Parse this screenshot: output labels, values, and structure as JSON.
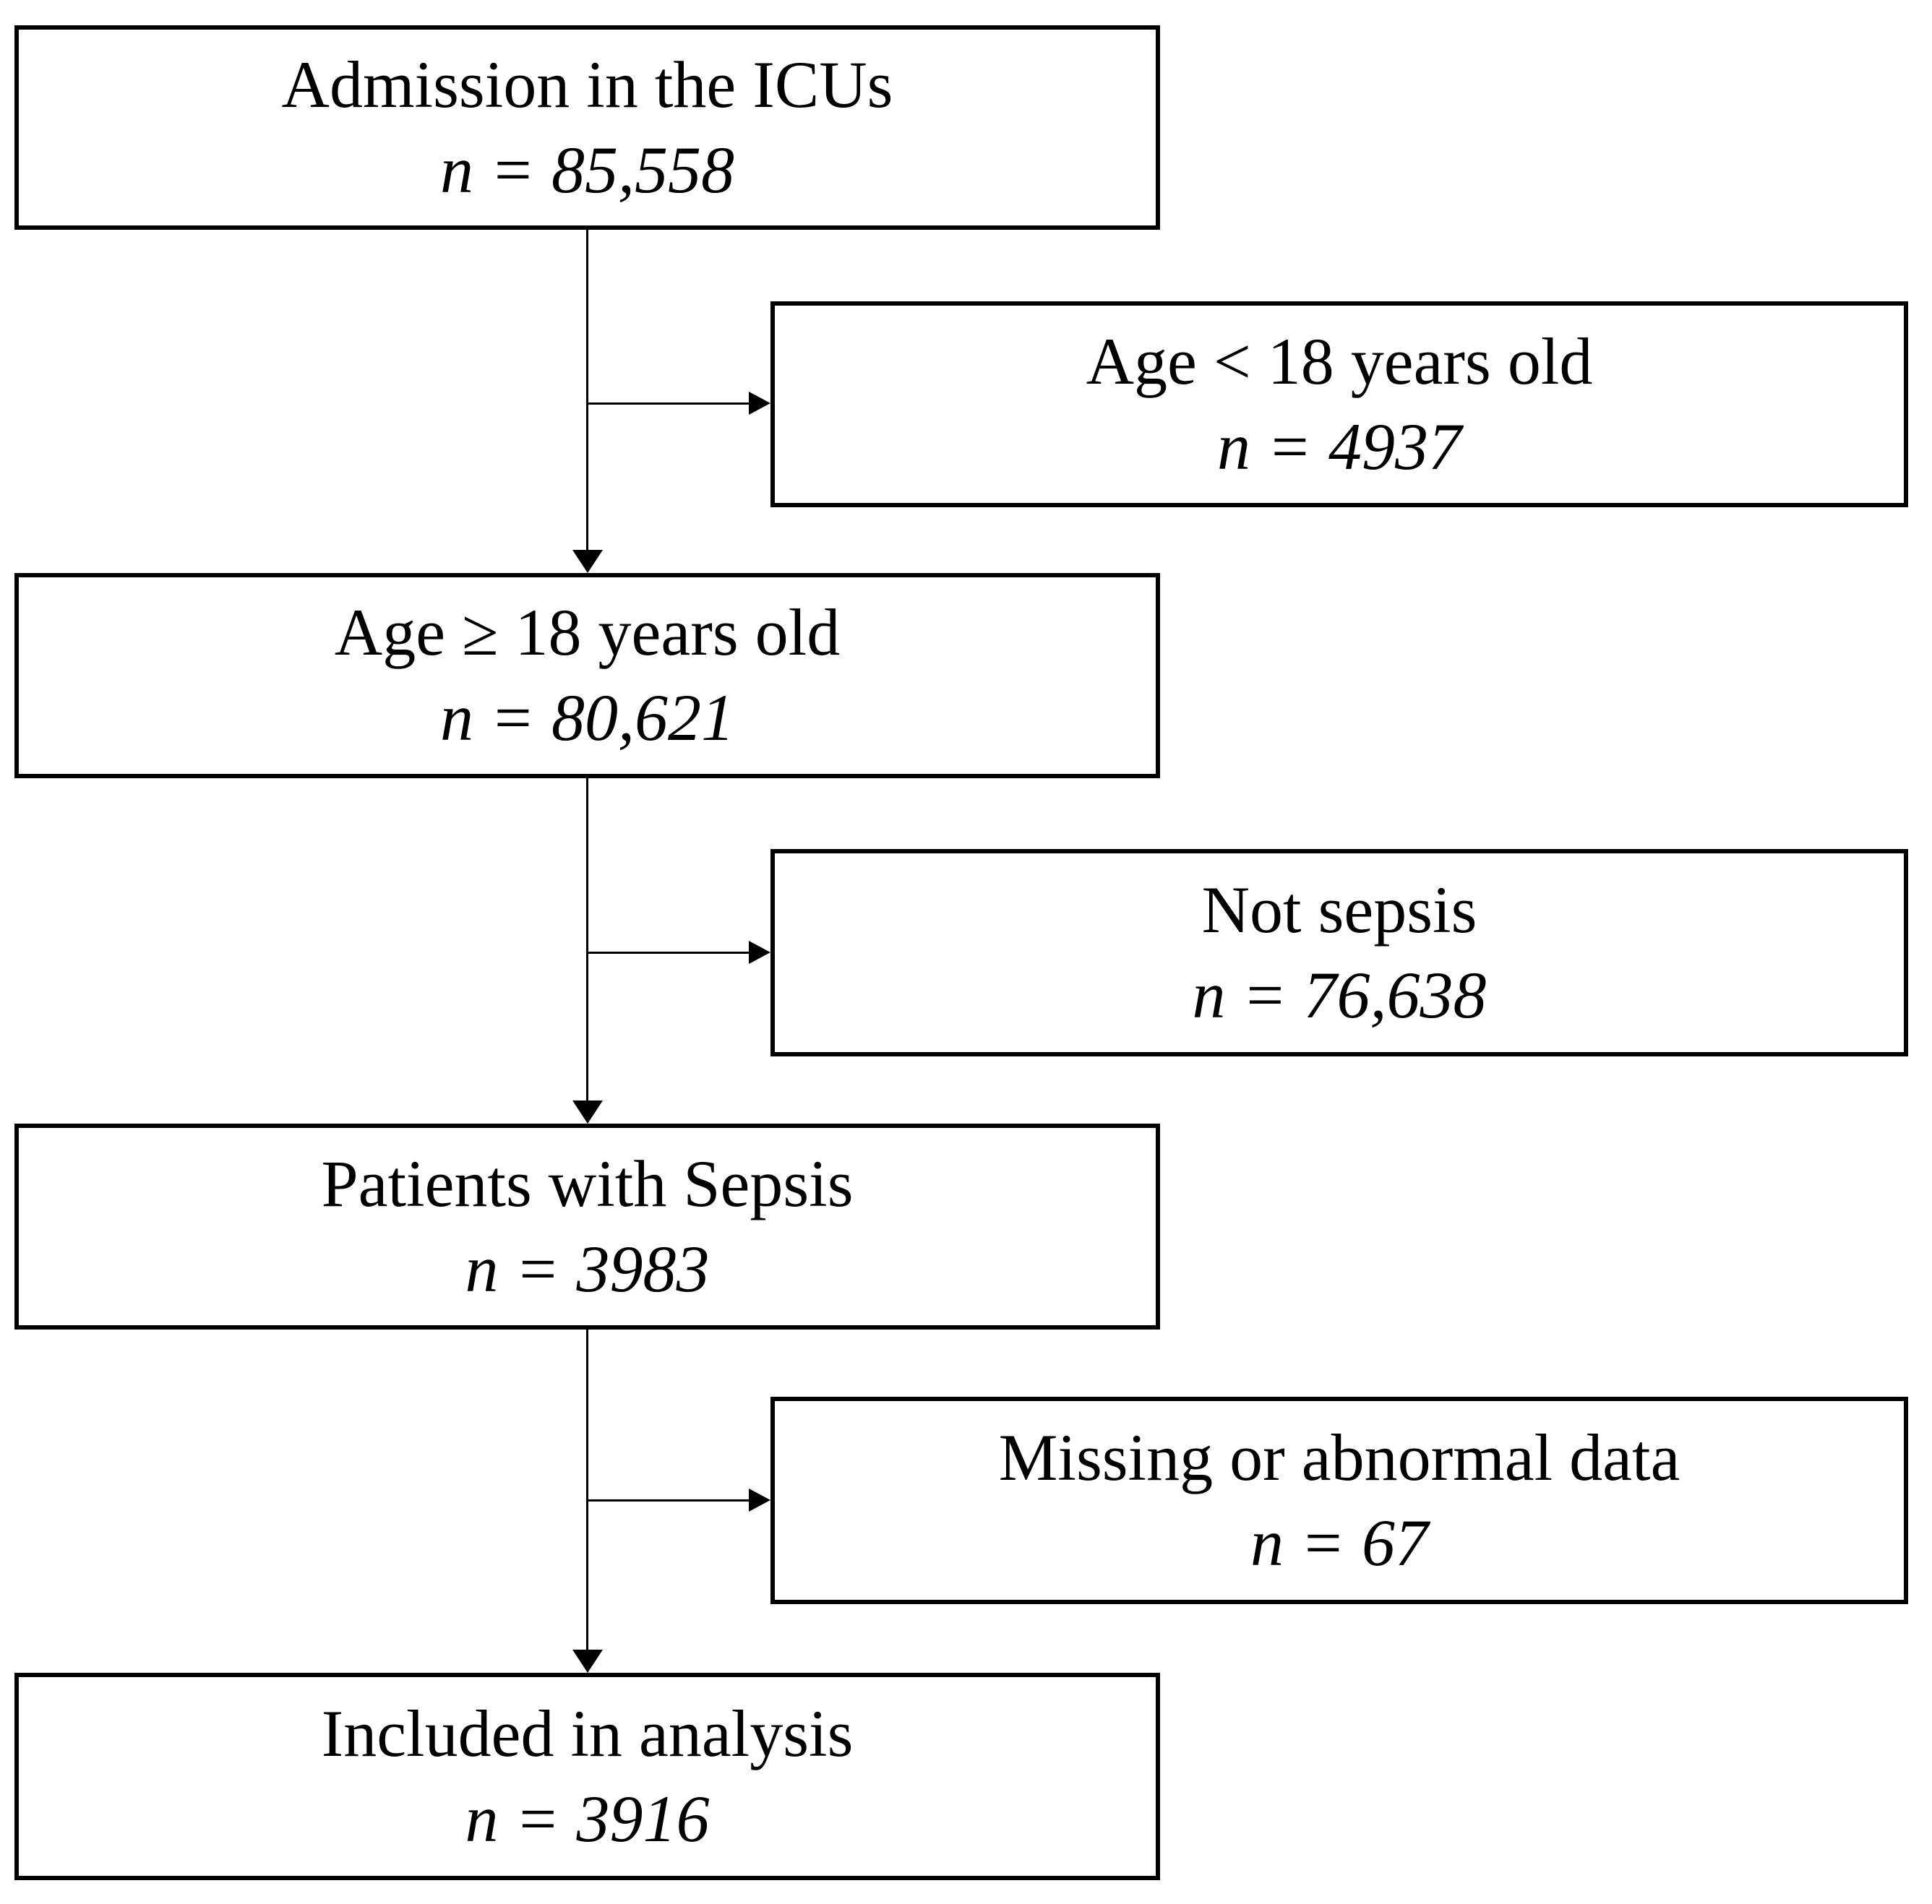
{
  "colors": {
    "background": "#ffffff",
    "box_fill": "#ffffff",
    "box_border": "#000000",
    "line": "#000000",
    "text": "#000000"
  },
  "flowchart": {
    "main_nodes": [
      {
        "label": "Admission in the ICUs",
        "count": "n = 85,558"
      },
      {
        "label": "Age ≥ 18 years old",
        "count": "n = 80,621"
      },
      {
        "label": "Patients with Sepsis",
        "count": "n = 3983"
      },
      {
        "label": "Included in analysis",
        "count": "n = 3916"
      }
    ],
    "exclusion_nodes": [
      {
        "label": "Age < 18 years old",
        "count": "n = 4937"
      },
      {
        "label": "Not sepsis",
        "count": "n = 76,638"
      },
      {
        "label": "Missing or abnormal data",
        "count": "n = 67"
      }
    ],
    "edges": [
      {
        "from": "Admission in the ICUs",
        "to": "Age < 18 years old",
        "type": "exclusion"
      },
      {
        "from": "Admission in the ICUs",
        "to": "Age ≥ 18 years old",
        "type": "main"
      },
      {
        "from": "Age ≥ 18 years old",
        "to": "Not sepsis",
        "type": "exclusion"
      },
      {
        "from": "Age ≥ 18 years old",
        "to": "Patients with Sepsis",
        "type": "main"
      },
      {
        "from": "Patients with Sepsis",
        "to": "Missing or abnormal data",
        "type": "exclusion"
      },
      {
        "from": "Patients with Sepsis",
        "to": "Included in analysis",
        "type": "main"
      }
    ]
  }
}
